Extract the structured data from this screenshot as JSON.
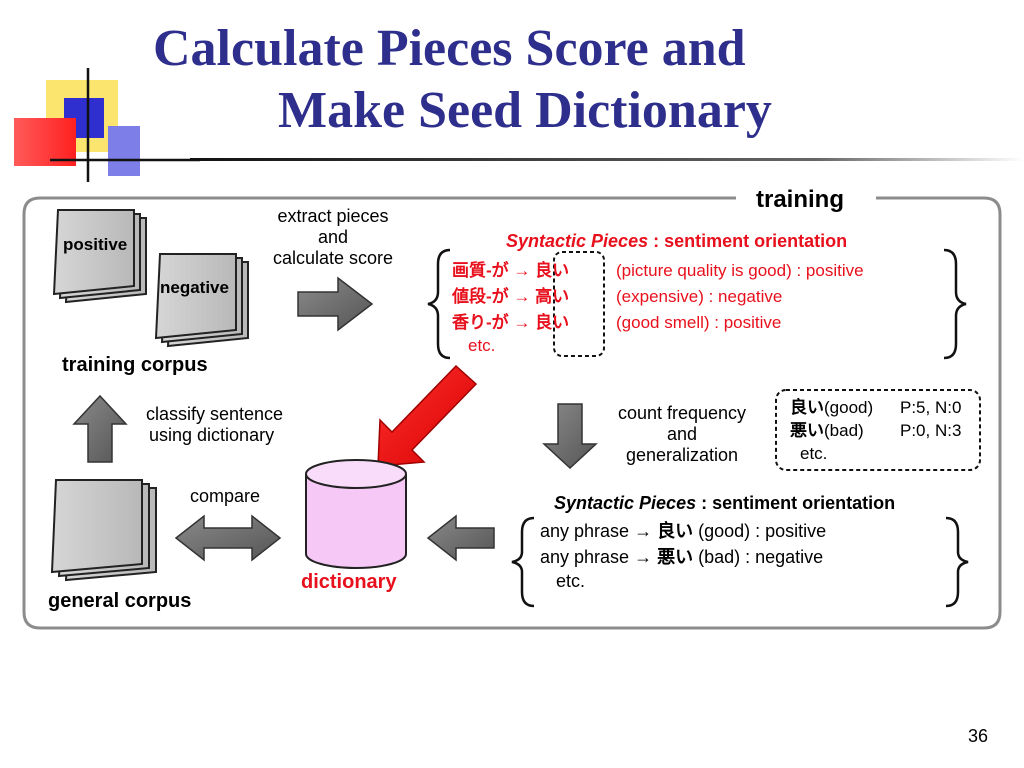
{
  "slide": {
    "title_line1": "Calculate Pieces Score and",
    "title_line2": "Make Seed Dictionary",
    "page_number": "36"
  },
  "diagram": {
    "frame_label": "training",
    "doc_positive": "positive",
    "doc_negative": "negative",
    "training_corpus": "training corpus",
    "general_corpus": "general corpus",
    "dictionary": "dictionary",
    "extract_l1": "extract pieces",
    "extract_l2": "and",
    "extract_l3": "calculate score",
    "classify_l1": "classify sentence",
    "classify_l2": "using dictionary",
    "compare": "compare",
    "count_l1": "count frequency",
    "count_l2": "and",
    "count_l3": "generalization",
    "top_pieces": {
      "head_italic": "Syntactic Pieces",
      "head_rest": " : sentiment orientation",
      "rows": [
        {
          "jp": "画質-が  →  良い",
          "en": "(picture quality is good) : positive"
        },
        {
          "jp": "値段-が  →  高い",
          "en": "(expensive) : negative"
        },
        {
          "jp": "香り-が  →  良い",
          "en": "(good smell) : positive"
        }
      ],
      "etc": "etc."
    },
    "frequency_box": {
      "rows": [
        {
          "jp": "良い",
          "en": "(good)",
          "score": "P:5, N:0"
        },
        {
          "jp": "悪い",
          "en": "(bad)",
          "score": "P:0, N:3"
        }
      ],
      "etc": "etc."
    },
    "bottom_pieces": {
      "head_italic": "Syntactic Pieces",
      "head_rest": " : sentiment orientation",
      "rows": [
        {
          "phrase": "any phrase",
          "arrow": "→",
          "jp": "良い",
          "en": "(good) : positive"
        },
        {
          "phrase": "any phrase",
          "arrow": "→",
          "jp": "悪い",
          "en": "(bad) : negative"
        }
      ],
      "etc": "etc."
    }
  },
  "colors": {
    "title": "#2e2e8c",
    "highlight_red": "#e8101c",
    "arrow_gray": "#6b6b6b",
    "database_fill": "#f5c8f5",
    "frame_gray": "#8c8c8c"
  }
}
